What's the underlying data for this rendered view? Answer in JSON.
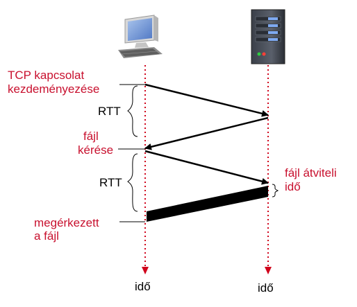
{
  "colors": {
    "label_red": "#c8102e",
    "timeline_red": "#d0021b",
    "arrow": "#000000"
  },
  "icons": {
    "client": "desktop-computer-icon",
    "server": "server-tower-icon"
  },
  "labels": {
    "tcp_line1": "TCP kapcsolat",
    "tcp_line2": "kezdeményezése",
    "rtt1": "RTT",
    "request_line1": "fájl",
    "request_line2": "kérése",
    "rtt2": "RTT",
    "transfer_line1": "fájl átviteli",
    "transfer_line2": "idő",
    "received_line1": "megérkezett",
    "received_line2": "a fájl",
    "time_client": "idő",
    "time_server": "idő"
  }
}
